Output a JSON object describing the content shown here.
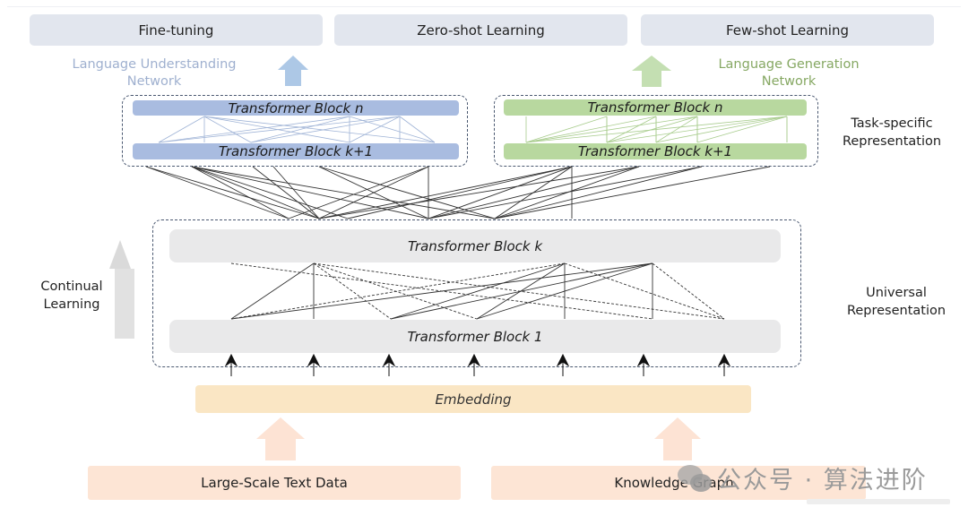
{
  "tasks": [
    {
      "label": "Fine-tuning"
    },
    {
      "label": "Zero-shot Learning"
    },
    {
      "label": "Few-shot Learning"
    }
  ],
  "networks": {
    "understanding": {
      "line1": "Language Understanding",
      "line2": "Network",
      "color": "#9fb0cf"
    },
    "generation": {
      "line1": "Language Generation",
      "line2": "Network",
      "color": "#86a863"
    }
  },
  "task_specific": {
    "blue": {
      "top": "Transformer Block n",
      "bottom": "Transformer Block k+1"
    },
    "green": {
      "top": "Transformer Block n",
      "bottom": "Transformer Block k+1"
    },
    "label_line1": "Task-specific",
    "label_line2": "Representation"
  },
  "universal": {
    "top": "Transformer Block k",
    "bottom": "Transformer Block 1",
    "label_line1": "Universal",
    "label_line2": "Representation"
  },
  "continual": {
    "line1": "Continual",
    "line2": "Learning"
  },
  "embedding": {
    "label": "Embedding"
  },
  "sources": [
    {
      "label": "Large-Scale Text Data"
    },
    {
      "label": "Knowledge Graph"
    }
  ],
  "watermark": {
    "text": "公众号 · 算法进阶"
  },
  "colors": {
    "task_box": "#e2e6ee",
    "blue_block": "#a9bce0",
    "green_block": "#b8d89f",
    "grey_block": "#e9e9ea",
    "embedding": "#fae6c4",
    "source": "#fde5d5",
    "dashed_border": "#4a5870"
  }
}
